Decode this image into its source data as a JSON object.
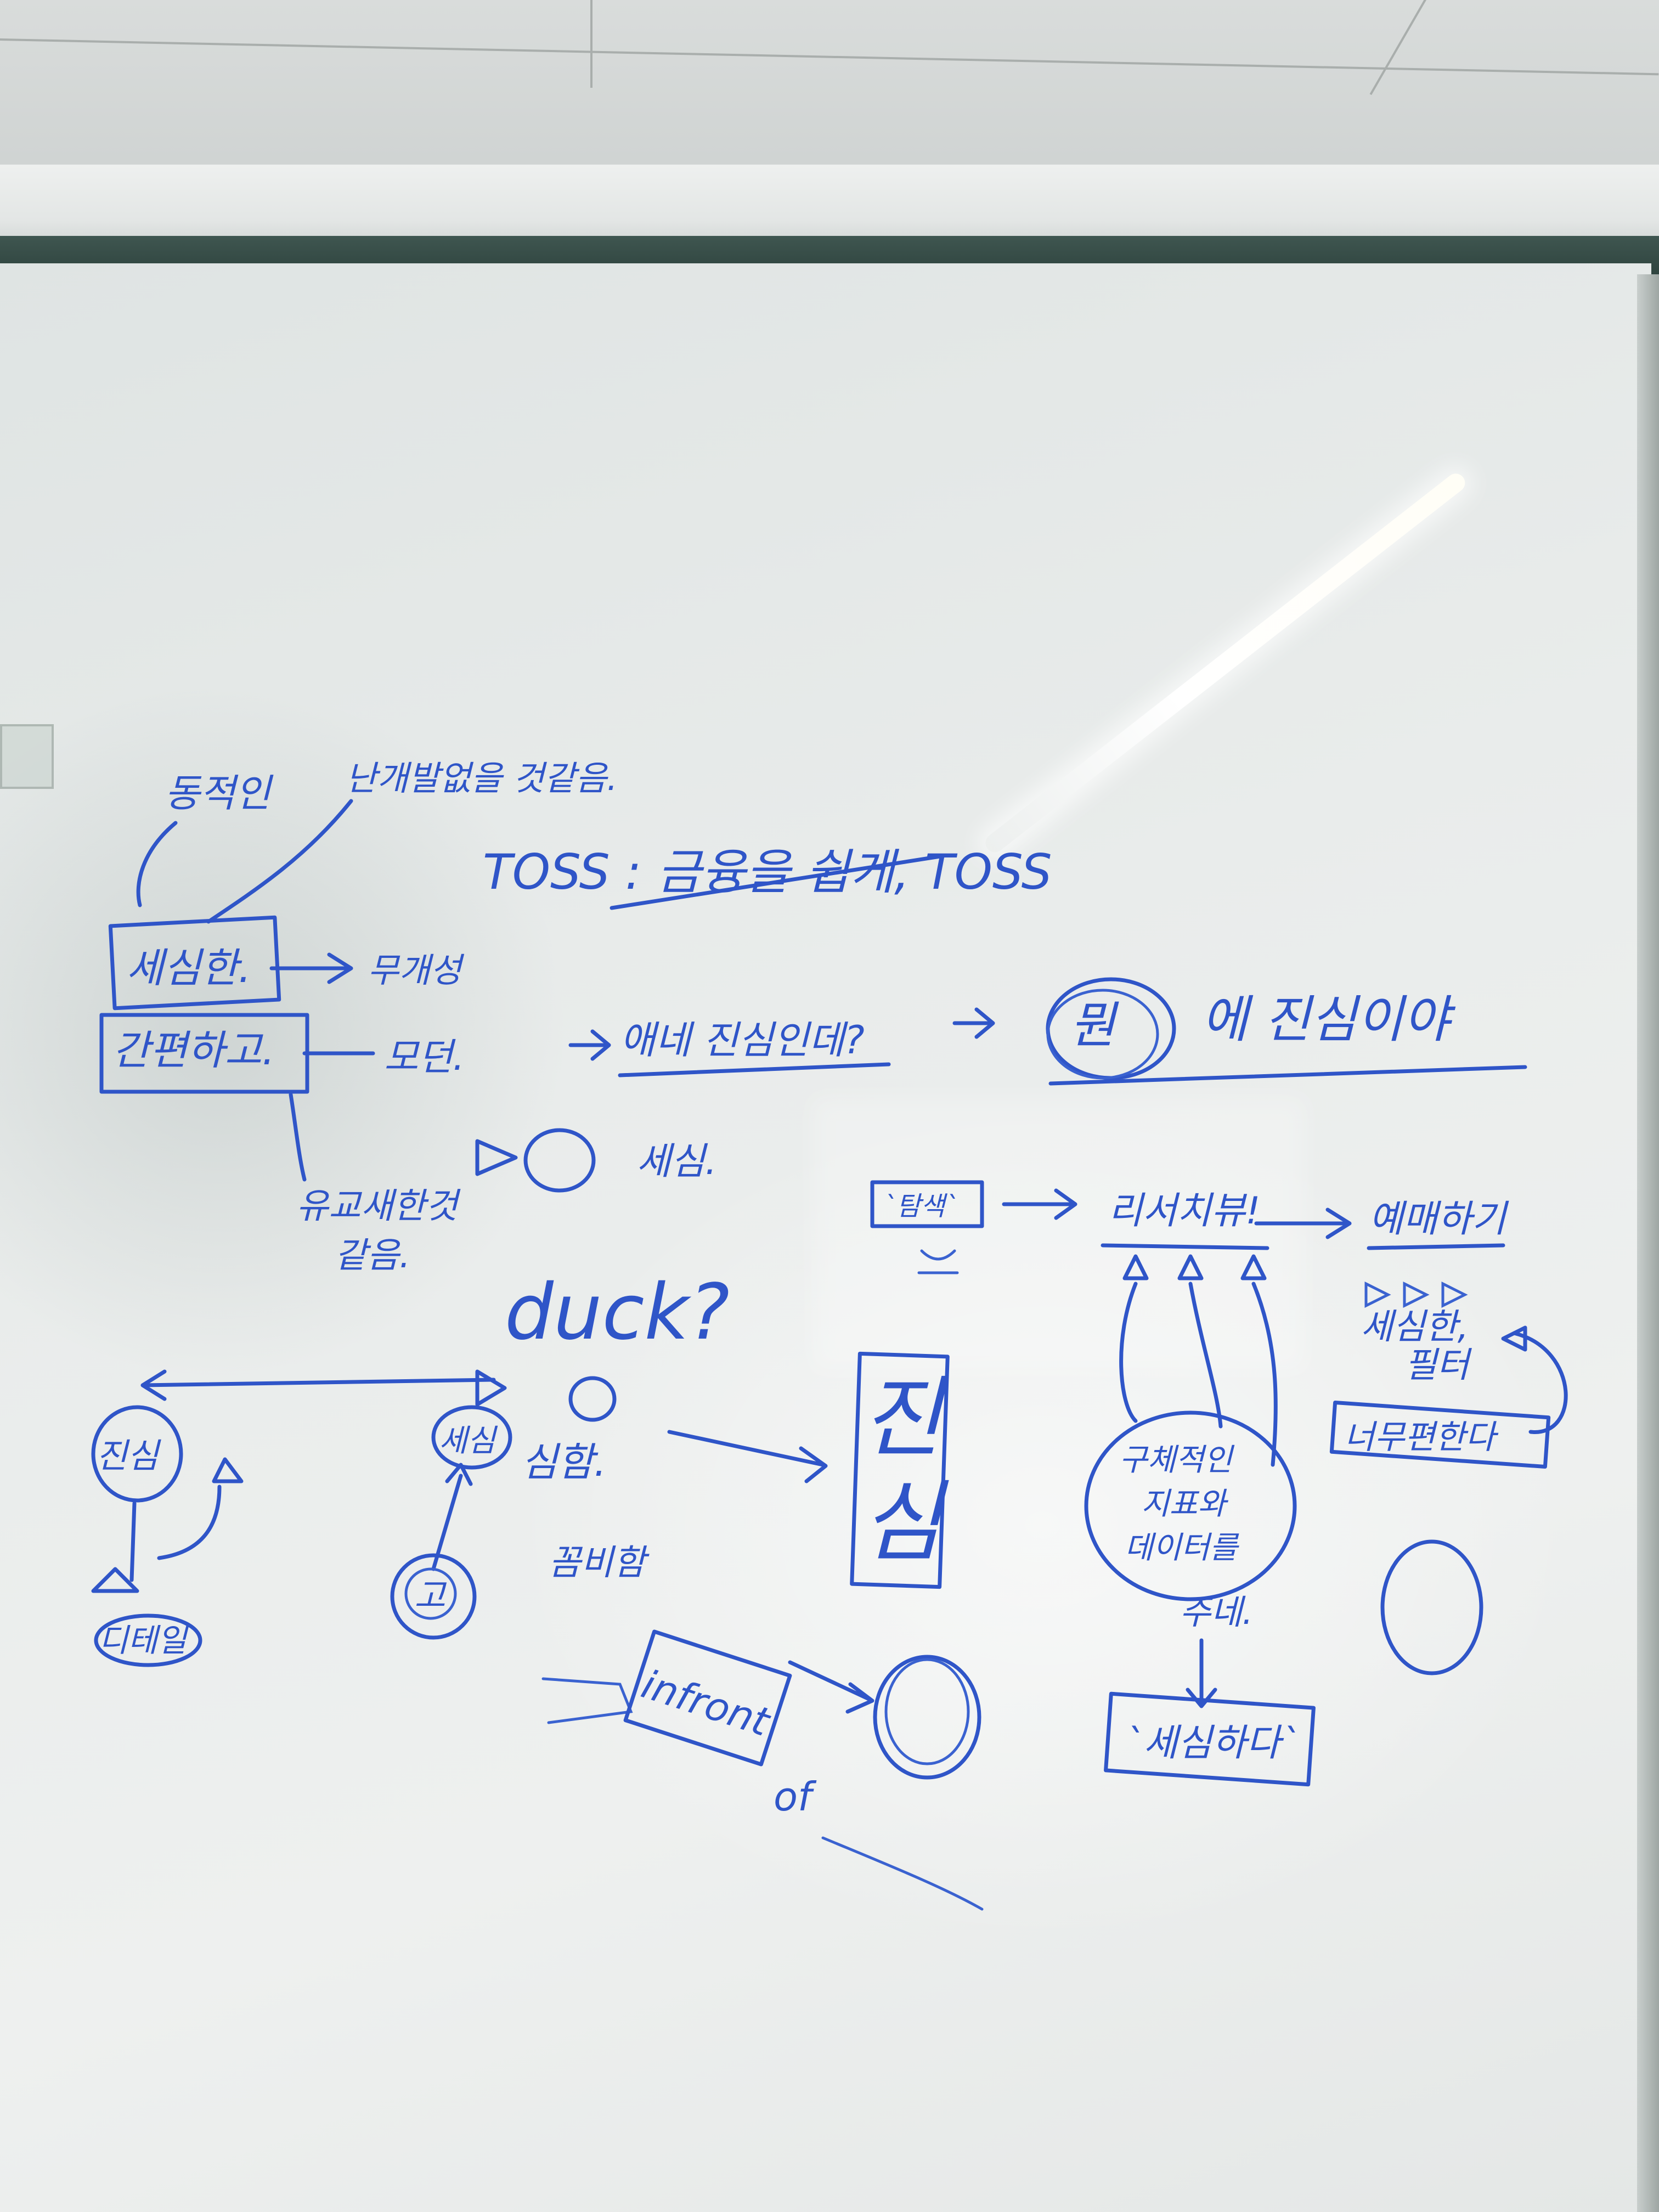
{
  "palette": {
    "marker_ink": "#2f55c8",
    "board_white": "#eceeed",
    "frame_green": "#344b45",
    "ceiling": "#d5d9d8"
  },
  "notes": {
    "top_left_1": "동적인",
    "top_left_2": "난개발없을 것같음.",
    "box_1": "세심한.",
    "box_1_arrow": "무개성",
    "box_2": "간편하고.",
    "box_2_arrow": "모던.",
    "branch_1": "유교새한것",
    "branch_2": "같음.",
    "triangle_circle": "세심.",
    "toss_title": "TOSS : 금융을 쉽게, TOSS",
    "question": "애네 진심인데?",
    "answer_word": "뭔",
    "answer_rest": "에 진심이야",
    "quote_1": "`탐색`",
    "review": "리서치뷰!",
    "reservation": "예매하기",
    "senses_1": "세심한,",
    "senses_2": "필터",
    "too_easy": "너무편한다",
    "concrete_1": "구체적인",
    "concrete_2": "지표와",
    "concrete_3": "데이터를",
    "concrete_4": "주네.",
    "duck": "duck?",
    "truth_circle": "진심",
    "care_1": "세심",
    "care_2": "심함.",
    "careful": "꼼비함",
    "detail": "디테일",
    "circle_letter": "고",
    "big_truth_1": "진",
    "big_truth_2": "심",
    "infront": "infront",
    "of": "of",
    "final_quote": "`세심하다`"
  }
}
